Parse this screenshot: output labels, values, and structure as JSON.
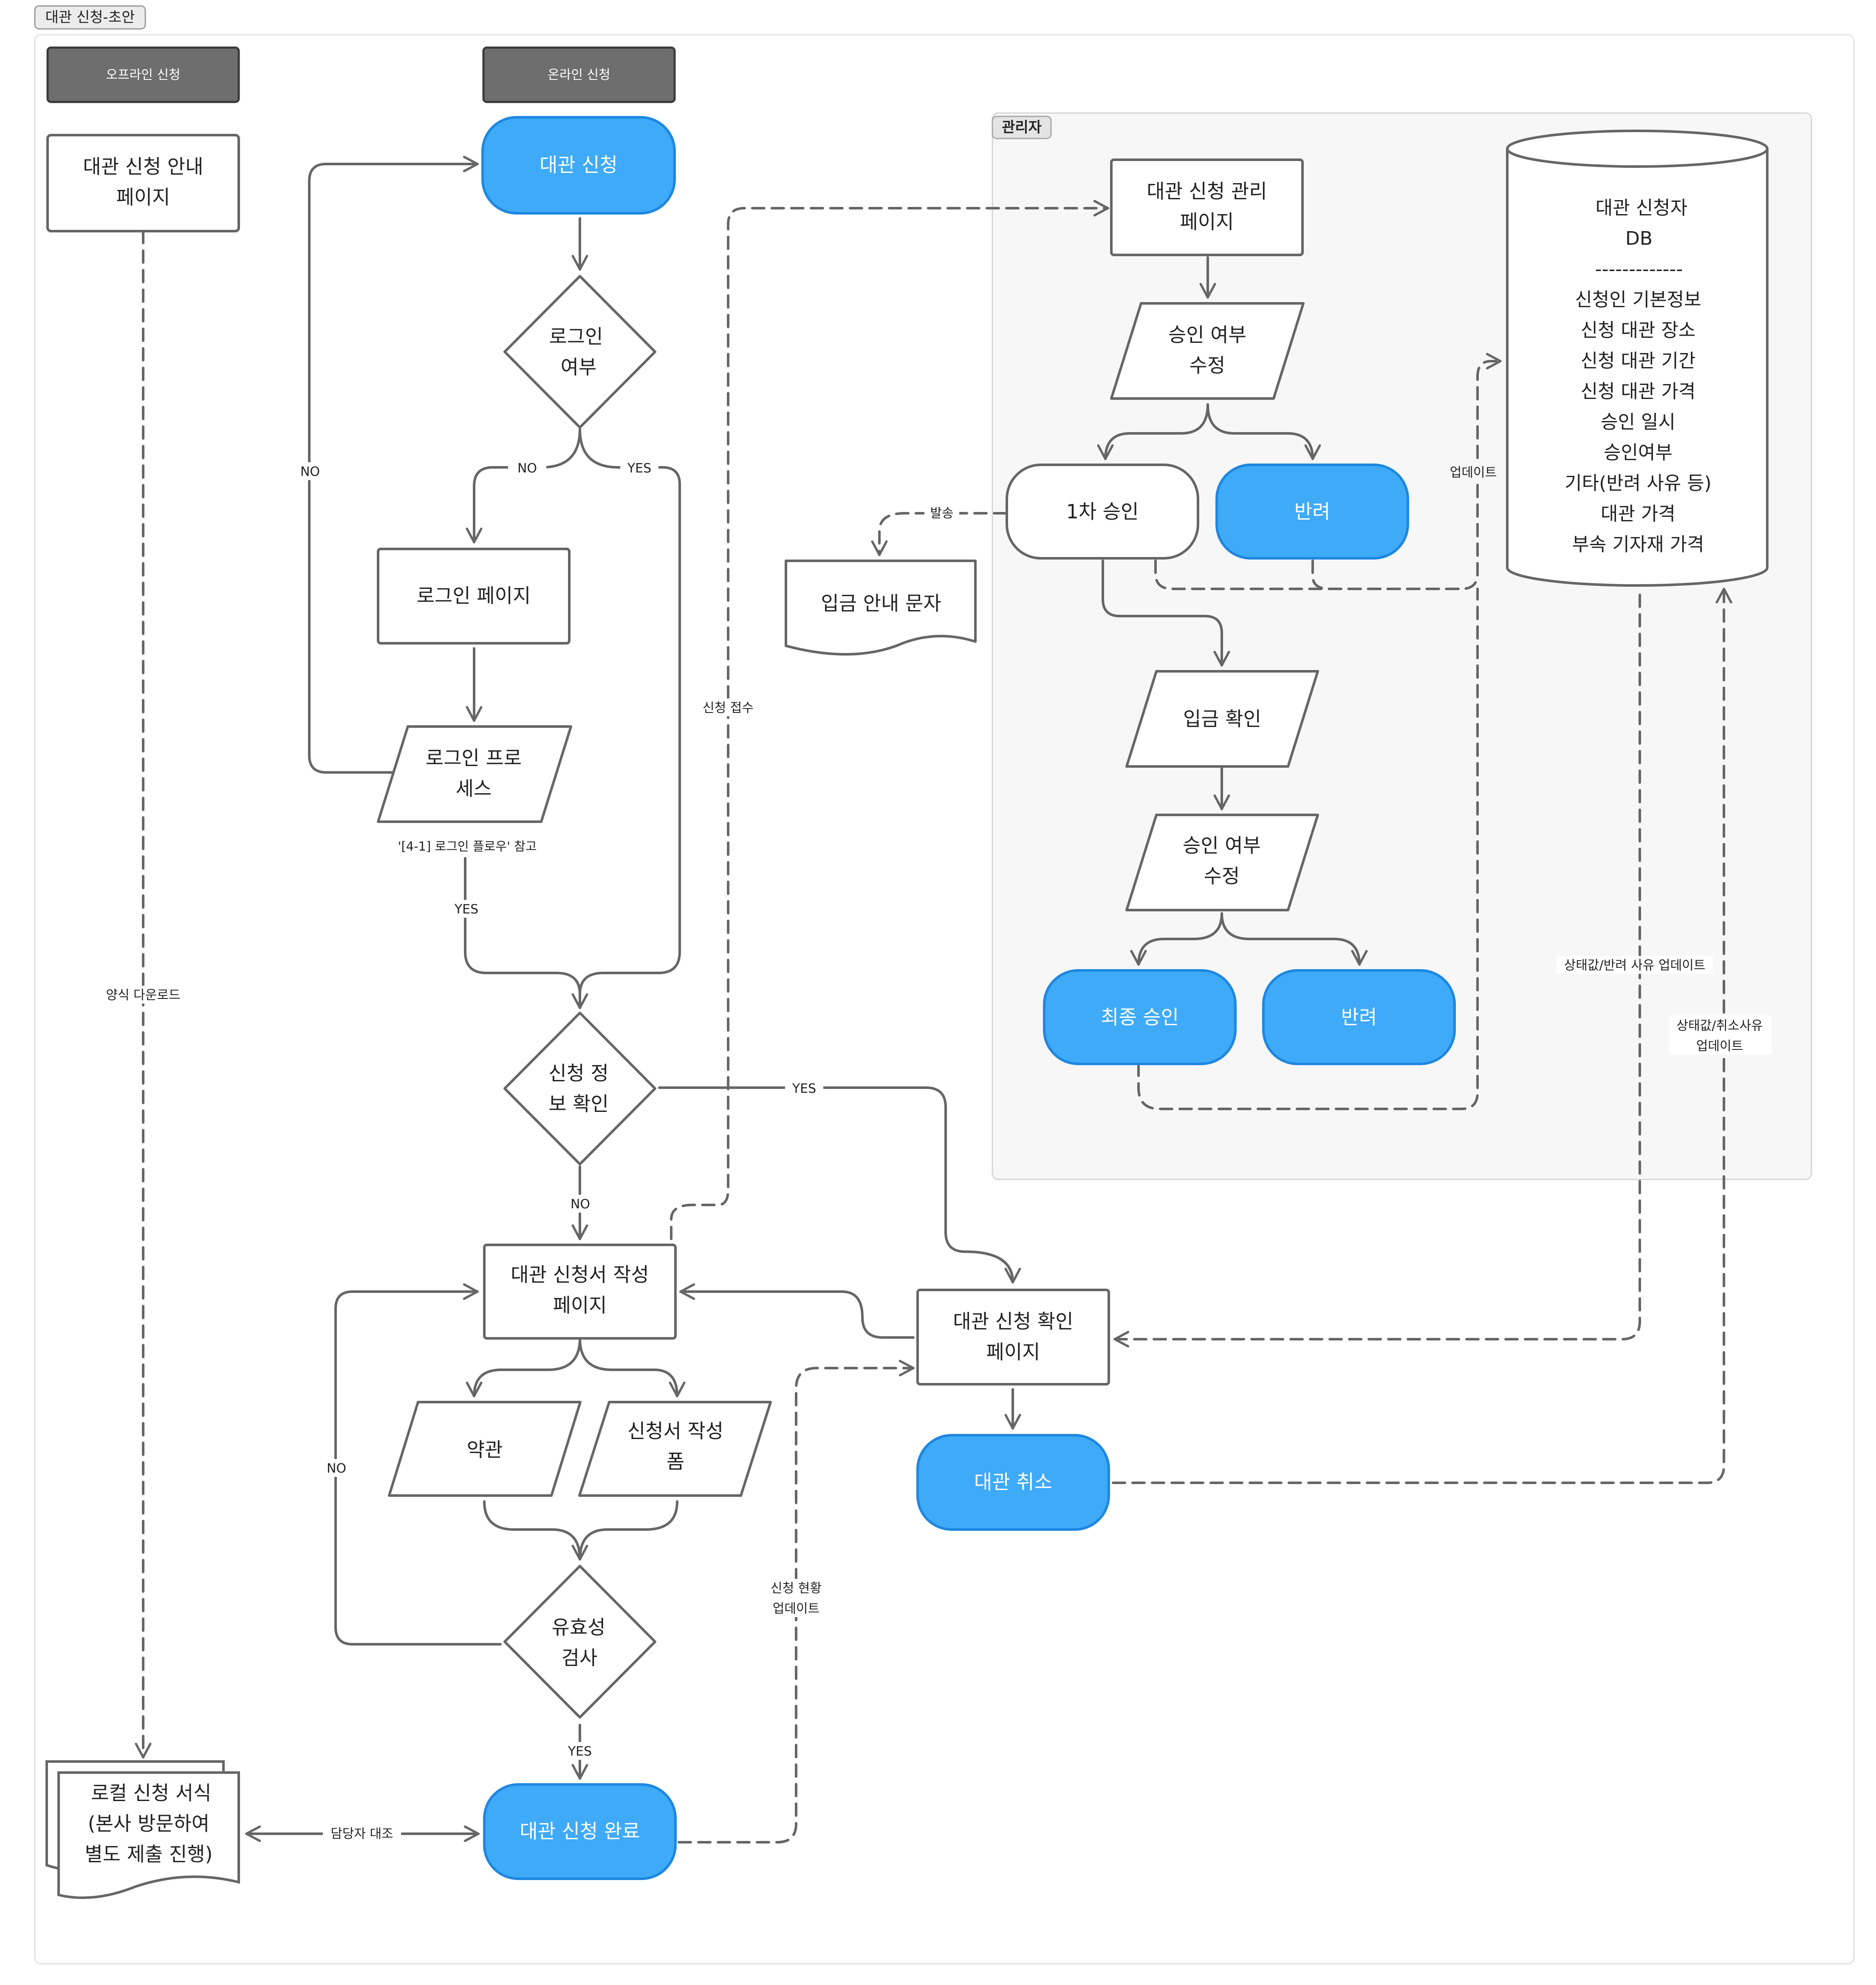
{
  "frame": {
    "title": "대관 신청-초안"
  },
  "lanes": {
    "offline": "오프라인 신청",
    "online": "온라인 신청"
  },
  "admin": {
    "title": "관리자"
  },
  "nodes": {
    "offline_guide": [
      "대관 신청 안내",
      "페이지"
    ],
    "local_form": [
      "로컬 신청 서식",
      "(본사 방문하여",
      "별도 제출 진행)"
    ],
    "apply": "대관 신청",
    "login_check": [
      "로그인",
      "여부"
    ],
    "login_page": "로그인 페이지",
    "login_process": [
      "로그인 프로",
      "세스"
    ],
    "login_note": "'[4-1] 로그인 플로우' 참고",
    "info_check": [
      "신청 정",
      "보 확인"
    ],
    "form_page": [
      "대관 신청서 작성",
      "페이지"
    ],
    "terms": "약관",
    "form_fill": [
      "신청서 작성",
      "폼"
    ],
    "validation": [
      "유효성",
      "검사"
    ],
    "apply_done": "대관 신청 완료",
    "confirm_page": [
      "대관 신청 확인",
      "페이지"
    ],
    "cancel": "대관 취소",
    "admin_page": [
      "대관 신청 관리",
      "페이지"
    ],
    "approve_edit_1": [
      "승인 여부",
      "수정"
    ],
    "first_approval": "1차 승인",
    "reject_1": "반려",
    "deposit_sms": "입금 안내 문자",
    "deposit_check": "입금 확인",
    "approve_edit_2": [
      "승인 여부",
      "수정"
    ],
    "final_approval": "최종 승인",
    "reject_2": "반려",
    "db": [
      "대관 신청자",
      "DB",
      "-------------",
      "신청인 기본정보",
      "신청 대관 장소",
      "신청 대관 기간",
      "신청 대관 가격",
      "승인 일시",
      "승인여부",
      "기타(반려 사유 등)",
      "대관 가격",
      "부속 기자재 가격"
    ]
  },
  "edge_labels": {
    "login_no": "NO",
    "login_yes": "YES",
    "loop_no": "NO",
    "login_proc_yes": "YES",
    "apply_received": "신청 접수",
    "info_yes": "YES",
    "info_no": "NO",
    "validation_no": "NO",
    "validation_yes": "YES",
    "form_download": "양식 다운로드",
    "staff_compare": "담당자 대조",
    "status_update": [
      "신청 현황",
      "업데이트"
    ],
    "sms_send": "발송",
    "db_update": "업데이트",
    "db_status_reject": "상태값/반려 사유 업데이트",
    "db_status_cancel": [
      "상태값/취소사유",
      "업데이트"
    ]
  },
  "colors": {
    "accent_blue": "#3FAAF8",
    "accent_blue_stroke": "#1E87E0",
    "stroke": "#666666",
    "lane_header": "#6E6E6E",
    "admin_bg": "#F7F7F7",
    "admin_border": "#D6D6D6"
  }
}
